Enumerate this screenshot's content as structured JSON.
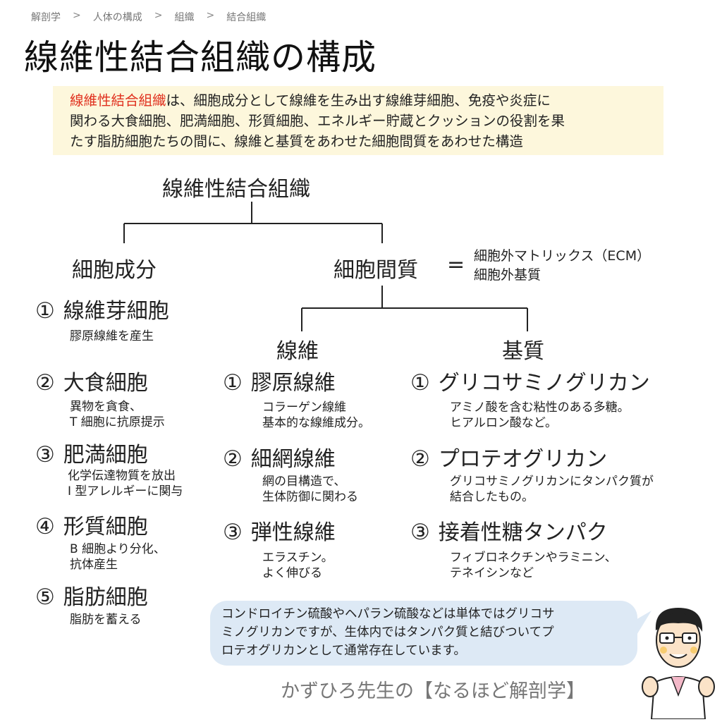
{
  "breadcrumb": [
    "解剖学",
    "人体の構成",
    "組織",
    "結合組織"
  ],
  "breadcrumb_separator": ">",
  "title": "線維性結合組織の構成",
  "intro": {
    "highlight": "線維性結合組織",
    "line1_rest": "は、細胞成分として線維を生み出す線維芽細胞、免疫や炎症に",
    "line2": "関わる大食細胞、肥満細胞、形質細胞、エネルギー貯蔵とクッションの役割を果",
    "line3": "たす脂肪細胞たちの間に、線維と基質をあわせた細胞間質をあわせた構造"
  },
  "root_label": "線維性結合組織",
  "cell_component": {
    "label": "細胞成分",
    "items": [
      {
        "num": "①",
        "name": "線維芽細胞",
        "desc": [
          "膠原線維を産生"
        ]
      },
      {
        "num": "②",
        "name": "大食細胞",
        "desc": [
          "異物を貪食、",
          "T 細胞に抗原提示"
        ]
      },
      {
        "num": "③",
        "name": "肥満細胞",
        "desc": [
          "化学伝達物質を放出",
          "I 型アレルギーに関与"
        ]
      },
      {
        "num": "④",
        "name": "形質細胞",
        "desc": [
          "B 細胞より分化、",
          "抗体産生"
        ]
      },
      {
        "num": "⑤",
        "name": "脂肪細胞",
        "desc": [
          "脂肪を蓄える"
        ]
      }
    ]
  },
  "intercellular": {
    "label": "細胞間質",
    "equals": "=",
    "synonyms": [
      "細胞外マトリックス（ECM）",
      "細胞外基質"
    ]
  },
  "fibers": {
    "label": "線維",
    "items": [
      {
        "num": "①",
        "name": "膠原線維",
        "desc": [
          "コラーゲン線維",
          "基本的な線維成分。"
        ]
      },
      {
        "num": "②",
        "name": "細網線維",
        "desc": [
          "網の目構造で、",
          "生体防御に関わる"
        ]
      },
      {
        "num": "③",
        "name": "弾性線維",
        "desc": [
          "エラスチン。",
          "よく伸びる"
        ]
      }
    ]
  },
  "ground_substance": {
    "label": "基質",
    "items": [
      {
        "num": "①",
        "name": "グリコサミノグリカン",
        "desc": [
          "アミノ酸を含む粘性のある多糖。",
          "ヒアルロン酸など。"
        ]
      },
      {
        "num": "②",
        "name": "プロテオグリカン",
        "desc": [
          "グリコサミノグリカンにタンパク質が",
          "結合したもの。"
        ]
      },
      {
        "num": "③",
        "name": "接着性糖タンパク",
        "desc": [
          "フィブロネクチンやラミニン、",
          "テネイシンなど"
        ]
      }
    ]
  },
  "note": {
    "lines": [
      "コンドロイチン硫酸やヘパラン硫酸などは単体ではグリコサ",
      "ミノグリカンですが、生体内ではタンパク質と結びついてプ",
      "ロテオグリカンとして通常存在しています。"
    ]
  },
  "brand": "かずひろ先生の【なるほど解剖学】",
  "colors": {
    "highlight": "#e0301e",
    "intro_bg": "#fdf7dc",
    "note_bg": "#dde9f5",
    "line": "#222222"
  },
  "icons": [
    "mascot-doctor-icon"
  ]
}
